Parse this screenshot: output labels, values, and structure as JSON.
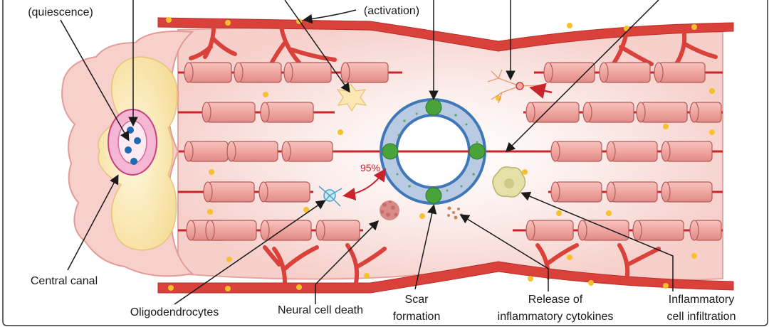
{
  "labels": {
    "top_left": "(quiescence)",
    "top_center": "(activation)",
    "central_canal": "Central canal",
    "oligodendrocytes": "Oligodendrocytes",
    "neural_death": "Neural cell death",
    "scar_line1": "Scar",
    "scar_line2": "formation",
    "cytokines_line1": "Release of",
    "cytokines_line2": "inflammatory cytokines",
    "inflammatory_line1": "Inflammatory",
    "inflammatory_line2": "cell infiltration",
    "percent": "95%"
  },
  "colors": {
    "tissue": "#f7d9d4",
    "tissue_edge": "#e9aaa2",
    "vessel": "#d9413a",
    "axon_cylinder": "#f1a9a4",
    "axon_line": "#c8242c",
    "dot": "#f6c12a",
    "scar_ring": "#3f77b9",
    "scar_fill": "#b9cbe2",
    "glia": "#4aa23a"
  }
}
